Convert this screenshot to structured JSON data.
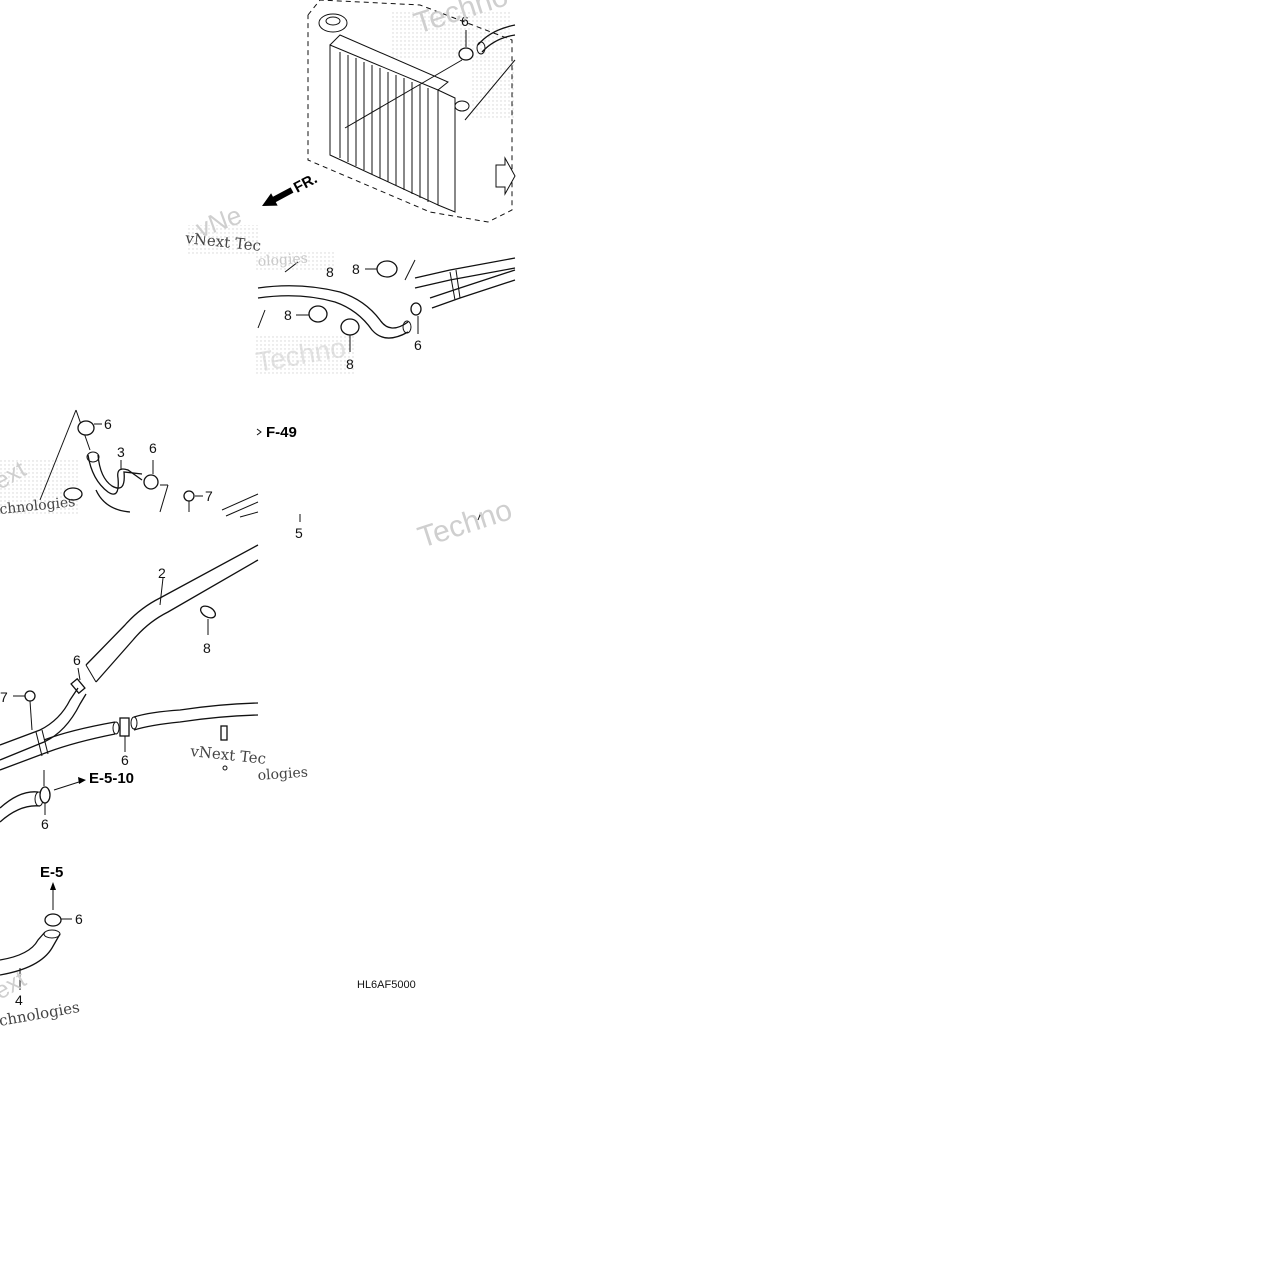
{
  "diagram": {
    "callouts": {
      "c_radiator_6": "6",
      "c_cap_8": "8",
      "c_mid_8a": "8",
      "c_mid_8b": "8",
      "c_mid_8c": "8",
      "c_mid_8d": "8",
      "c_mid_6": "6",
      "c_left_6a": "6",
      "c_left_3": "3",
      "c_left_6b": "6",
      "c_left_7": "7",
      "c_5": "5",
      "c_2": "2",
      "c_8_lower": "8",
      "c_6_lower_a": "6",
      "c_7_lower": "7",
      "c_6_lower_b": "6",
      "c_6_lower_c": "6",
      "c_6_bottom": "6",
      "c_4": "4"
    },
    "references": {
      "front_arrow": "FR.",
      "ref_f49": "F-49",
      "ref_e510": "E-5-10",
      "ref_e5": "E-5"
    },
    "drawing_code": "HL6AF5000",
    "watermarks": {
      "w1": "Techno",
      "w2": "vNext Tec",
      "w3": "vNe",
      "w4": "ologies",
      "w5": "Techno",
      "w6": "ext",
      "w7": "chnologies",
      "w8": "vNext Tec",
      "w9": "ologies",
      "w10": "ext",
      "w11": "chnologies",
      "w12": "Techno"
    }
  }
}
